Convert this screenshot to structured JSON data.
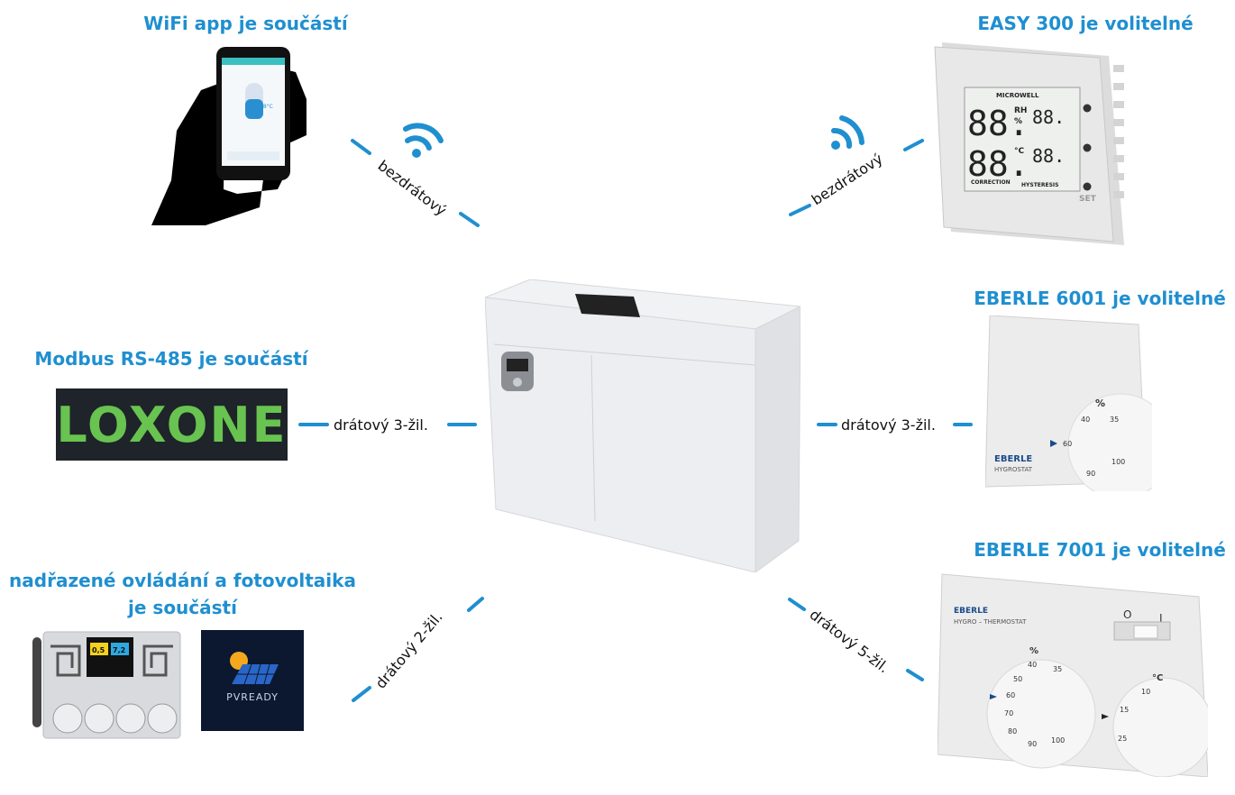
{
  "headings": {
    "wifi": "WiFi app je součástí",
    "easy": "EASY 300 je volitelné",
    "eberle6001": "EBERLE 6001 je volitelné",
    "modbus": "Modbus RS-485 je součástí",
    "eberle7001": "EBERLE 7001 je volitelné",
    "superior_line1": "nadřazené ovládání a fotovoltaika",
    "superior_line2": "je součástí"
  },
  "connections": {
    "wifi_label": "bezdrátový",
    "easy_label": "bezdrátový",
    "loxone_label": "drátový 3-žil.",
    "eberle6001_label": "drátový 3-žil.",
    "superior_label": "drátový 2-žil.",
    "eberle7001_label": "drátový 5-žil."
  },
  "logos": {
    "loxone": "LOXONE",
    "pvready": "PVREADY",
    "easy_brand": "MICROWELL",
    "eberle_brand": "EBERLE",
    "eberle6001_model": "HYGROSTAT",
    "eberle7001_model": "HYGRO – THERMOSTAT"
  },
  "device_text": {
    "easy_rh": "RH",
    "easy_pct": "%",
    "easy_c": "°C",
    "easy_correction": "CORRECTION",
    "easy_hysteresis": "HYSTERESIS",
    "easy_set": "SET",
    "easy_digits_big": "88.",
    "easy_digits_small": "88.",
    "dial6001": [
      "%",
      "40",
      "35",
      "60",
      "100",
      "90"
    ],
    "dial7001_hum": [
      "%",
      "40",
      "35",
      "50",
      "60",
      "70",
      "80",
      "90",
      "100"
    ],
    "dial7001_temp": [
      "°C",
      "10",
      "15",
      "25"
    ],
    "switch_labels": [
      "O",
      "I"
    ],
    "phone_temp": "48°C",
    "dosing_values": [
      "0,5",
      "7,2"
    ]
  },
  "colors": {
    "accent": "#1f8fd0",
    "loxone_green": "#69c350",
    "loxone_bg": "#1e2429",
    "pv_bg": "#0c1730"
  }
}
